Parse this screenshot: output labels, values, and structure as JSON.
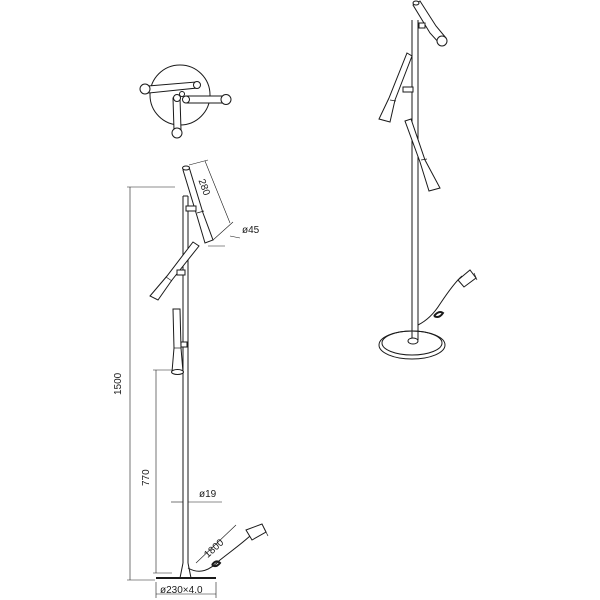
{
  "figure": {
    "type": "technical-drawing",
    "subject": "floor lamp with three adjustable spot heads",
    "views": [
      "top-view",
      "front-elevation-with-dimensions",
      "perspective-view"
    ]
  },
  "dimensions": {
    "head_length": "280",
    "head_diameter": "ø45",
    "total_height": "1500",
    "lower_height": "770",
    "pole_diameter": "ø19",
    "cable_length": "1800",
    "base": "ø230×4.0"
  },
  "colors": {
    "line": "#1a1a1a",
    "background": "#ffffff"
  }
}
